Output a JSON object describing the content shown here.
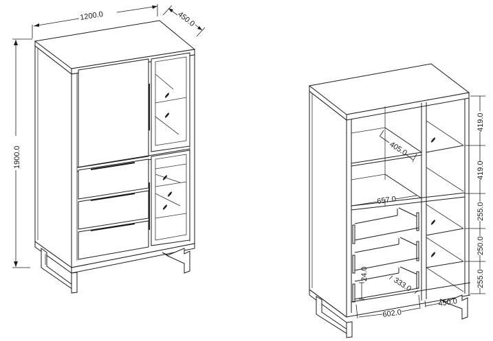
{
  "drawing": {
    "left_view": {
      "label": "closed cabinet isometric view",
      "dimensions": {
        "width": "1200.0",
        "depth": "450.0",
        "height": "1900.0"
      }
    },
    "right_view": {
      "label": "open cabinet isometric view",
      "dimensions": {
        "shelf_depth": "405.0",
        "inner_width_upper": "657.0",
        "drawer_depth": "333.0",
        "drawer_height": "24.0",
        "inner_width_lower": "602.0",
        "side_width": "450.0",
        "right_heights": [
          "419.0",
          "419.0",
          "255.0",
          "250.0",
          "255.0"
        ]
      }
    }
  }
}
